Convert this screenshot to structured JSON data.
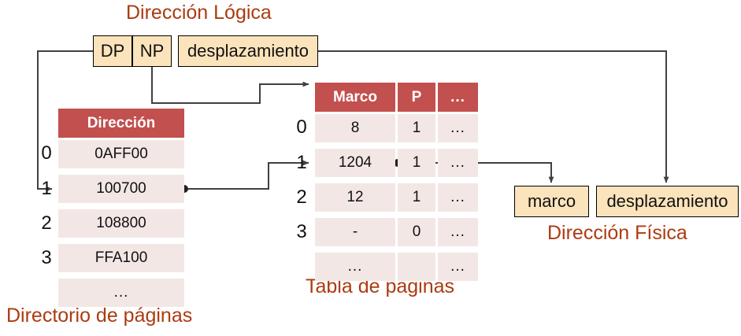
{
  "titles": {
    "logical_address": "Dirección Lógica",
    "page_directory": "Directorio de páginas",
    "page_table": "Tabla de páginas",
    "physical_address": "Dirección Física"
  },
  "logical_address": {
    "fields": [
      {
        "label": "DP"
      },
      {
        "label": "NP"
      },
      {
        "label": "desplazamiento"
      }
    ]
  },
  "physical_address": {
    "fields": [
      {
        "label": "marco"
      },
      {
        "label": "desplazamiento"
      }
    ]
  },
  "page_directory_table": {
    "headers": [
      "Dirección"
    ],
    "row_indices": [
      "0",
      "1",
      "2",
      "3",
      ""
    ],
    "rows": [
      {
        "index": "0",
        "direccion": "0AFF00"
      },
      {
        "index": "1",
        "direccion": "100700"
      },
      {
        "index": "2",
        "direccion": "108800"
      },
      {
        "index": "3",
        "direccion": "FFA100"
      },
      {
        "index": "",
        "direccion": "..."
      }
    ]
  },
  "page_table": {
    "headers": [
      "Marco",
      "P",
      "..."
    ],
    "row_indices": [
      "0",
      "1",
      "2",
      "3",
      ""
    ],
    "rows": [
      {
        "index": "0",
        "marco": "8",
        "p": "1",
        "more": "..."
      },
      {
        "index": "1",
        "marco": "1204",
        "p": "1",
        "more": "..."
      },
      {
        "index": "2",
        "marco": "12",
        "p": "1",
        "more": "..."
      },
      {
        "index": "3",
        "marco": "-",
        "p": "0",
        "more": "..."
      },
      {
        "index": "",
        "marco": "...",
        "p": "",
        "more": "..."
      }
    ]
  },
  "colors": {
    "title_text": "#AC3B10",
    "table_header_fill": "#C2504E",
    "table_header_text": "#FFFFFF",
    "table_cell_fill": "#F3E7E6",
    "field_box_fill": "#FBE3BB",
    "connector_stroke": "#404040",
    "text": "#111111"
  }
}
